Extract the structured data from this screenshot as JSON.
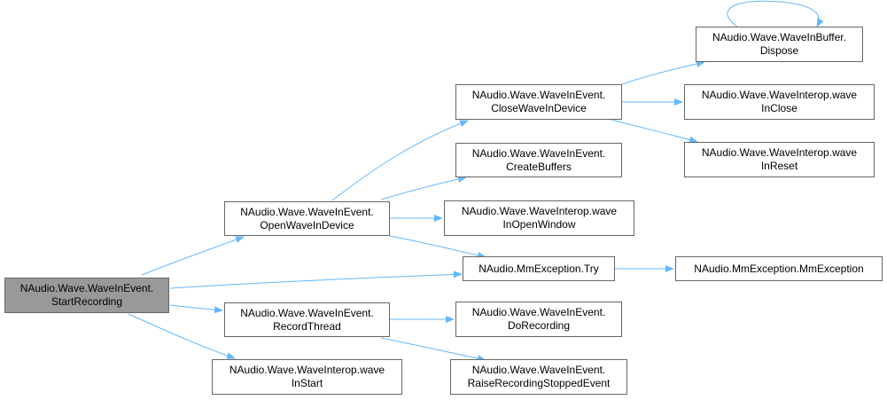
{
  "colors": {
    "edge": "#63b8ff",
    "root_fill": "#999999",
    "node_border": "#666666",
    "node_fill": "#ffffff"
  },
  "nodes": {
    "start_recording": {
      "line1": "NAudio.Wave.WaveInEvent.",
      "line2": "StartRecording"
    },
    "open_wave_in_device": {
      "line1": "NAudio.Wave.WaveInEvent.",
      "line2": "OpenWaveInDevice"
    },
    "record_thread": {
      "line1": "NAudio.Wave.WaveInEvent.",
      "line2": "RecordThread"
    },
    "wave_in_start": {
      "line1": "NAudio.Wave.WaveInterop.wave",
      "line2": "InStart"
    },
    "close_wave_in_device": {
      "line1": "NAudio.Wave.WaveInEvent.",
      "line2": "CloseWaveInDevice"
    },
    "create_buffers": {
      "line1": "NAudio.Wave.WaveInEvent.",
      "line2": "CreateBuffers"
    },
    "wave_in_open_window": {
      "line1": "NAudio.Wave.WaveInterop.wave",
      "line2": "InOpenWindow"
    },
    "mm_exception_try": {
      "line1": "NAudio.MmException.Try"
    },
    "do_recording": {
      "line1": "NAudio.Wave.WaveInEvent.",
      "line2": "DoRecording"
    },
    "raise_recording_stopped_event": {
      "line1": "NAudio.Wave.WaveInEvent.",
      "line2": "RaiseRecordingStoppedEvent"
    },
    "wave_in_buffer_dispose": {
      "line1": "NAudio.Wave.WaveInBuffer.",
      "line2": "Dispose"
    },
    "wave_in_close": {
      "line1": "NAudio.Wave.WaveInterop.wave",
      "line2": "InClose"
    },
    "wave_in_reset": {
      "line1": "NAudio.Wave.WaveInterop.wave",
      "line2": "InReset"
    },
    "mm_exception_ctor": {
      "line1": "NAudio.MmException.MmException"
    }
  },
  "edges": [
    {
      "from": "start_recording",
      "to": "open_wave_in_device"
    },
    {
      "from": "start_recording",
      "to": "mm_exception_try"
    },
    {
      "from": "start_recording",
      "to": "record_thread"
    },
    {
      "from": "start_recording",
      "to": "wave_in_start"
    },
    {
      "from": "open_wave_in_device",
      "to": "close_wave_in_device"
    },
    {
      "from": "open_wave_in_device",
      "to": "create_buffers"
    },
    {
      "from": "open_wave_in_device",
      "to": "wave_in_open_window"
    },
    {
      "from": "open_wave_in_device",
      "to": "mm_exception_try"
    },
    {
      "from": "record_thread",
      "to": "do_recording"
    },
    {
      "from": "record_thread",
      "to": "raise_recording_stopped_event"
    },
    {
      "from": "close_wave_in_device",
      "to": "wave_in_buffer_dispose"
    },
    {
      "from": "close_wave_in_device",
      "to": "wave_in_close"
    },
    {
      "from": "close_wave_in_device",
      "to": "wave_in_reset"
    },
    {
      "from": "wave_in_buffer_dispose",
      "to": "wave_in_buffer_dispose"
    },
    {
      "from": "mm_exception_try",
      "to": "mm_exception_ctor"
    }
  ]
}
